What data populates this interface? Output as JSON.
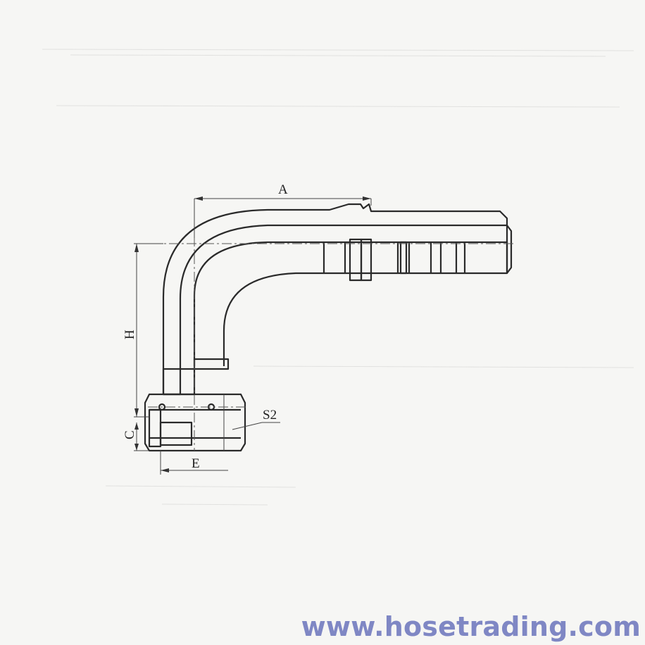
{
  "diagram": {
    "labels": {
      "a": "A",
      "h": "H",
      "c": "C",
      "e": "E",
      "s2": "S2"
    }
  },
  "watermark": {
    "text": "www.hosetrading.com",
    "color": "#7f87c4"
  }
}
